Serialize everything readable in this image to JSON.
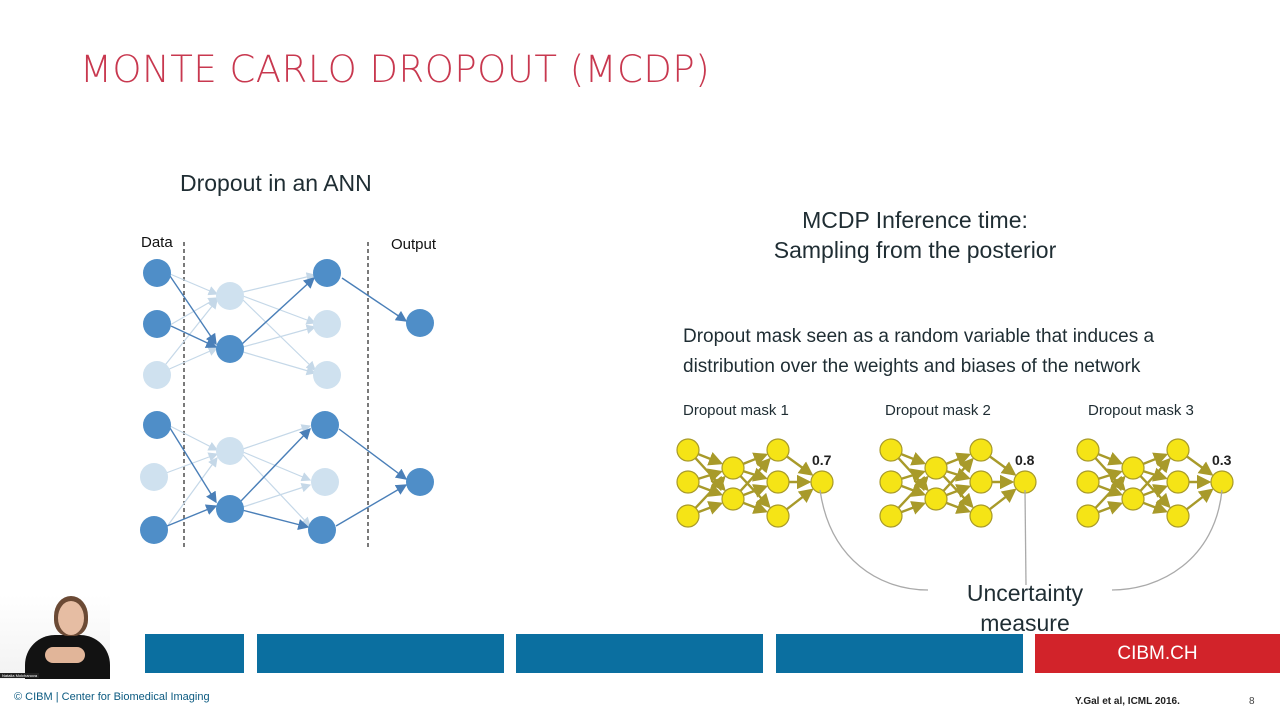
{
  "slide": {
    "title": "MONTE CARLO DROPOUT (MCDP)",
    "subtitle": "Dropout in an ANN",
    "ann_labels": {
      "data": "Data",
      "output": "Output"
    },
    "inference_title": "MCDP Inference time: Sampling from the posterior",
    "description": "Dropout mask seen as a random variable that induces a distribution over the weights and biases of the network",
    "masks": [
      {
        "label": "Dropout mask 1",
        "value": "0.7"
      },
      {
        "label": "Dropout mask 2",
        "value": "0.8"
      },
      {
        "label": "Dropout mask 3",
        "value": "0.3"
      }
    ],
    "uncertainty": "Uncertainty measure"
  },
  "footer": {
    "brand": "CIBM.CH",
    "left": "© CIBM | Center for Biomedical Imaging",
    "reference": "Y.Gal et al, ICML 2016.",
    "page": "8"
  },
  "webcam": {
    "name_tag": "Natalia Molchanova"
  },
  "colors": {
    "title": "#c8384f",
    "node_active": "#4f8ec8",
    "node_dropped": "#cfe1ef",
    "node_yellow": "#f5e416",
    "arrow_yellow": "#a89a2a",
    "bar_blue": "#0b6fa0",
    "bar_red": "#d2232a"
  }
}
